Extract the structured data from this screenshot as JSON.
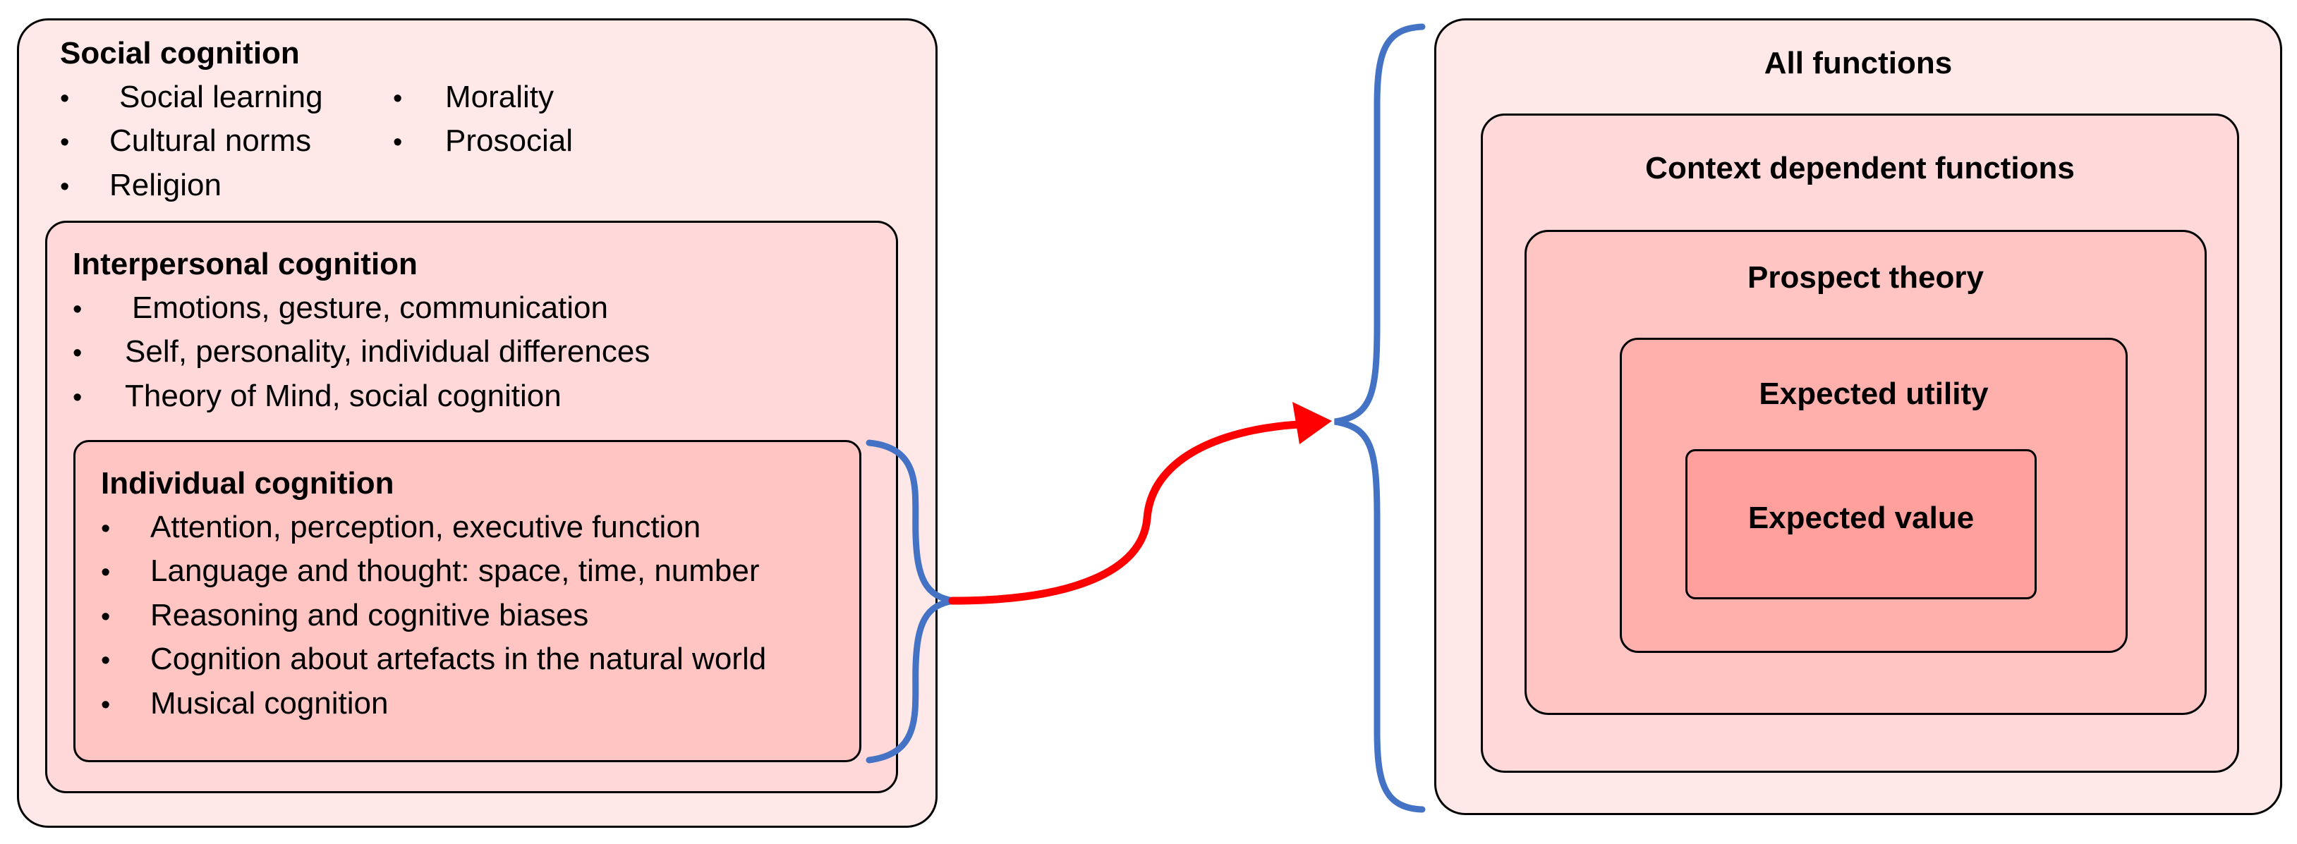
{
  "social": {
    "title": "Social cognition",
    "items": [
      "Social learning",
      "Cultural norms",
      "Religion",
      "Morality",
      "Prosocial"
    ]
  },
  "interpersonal": {
    "title": "Interpersonal cognition",
    "items": [
      "Emotions, gesture, communication",
      "Self, personality, individual differences",
      "Theory of Mind, social cognition"
    ]
  },
  "individual": {
    "title": "Individual cognition",
    "items": [
      "Attention, perception, executive function",
      "Language and thought: space, time, number",
      "Reasoning and cognitive biases",
      "Cognition about artefacts in the natural world",
      "Musical cognition"
    ]
  },
  "functions": {
    "all": "All functions",
    "context": "Context dependent functions",
    "prospect": "Prospect theory",
    "utility": "Expected utility",
    "value": "Expected value"
  },
  "bullet": "•",
  "colors": {
    "brace": "#4472c4",
    "arrow": "#ff0000",
    "social_fill": "#ffe8e8",
    "interpersonal_fill": "#ffd9d9",
    "individual_fill": "#ffc5c3",
    "utility_fill": "#ffb0ad",
    "value_fill": "#ffa09c"
  }
}
